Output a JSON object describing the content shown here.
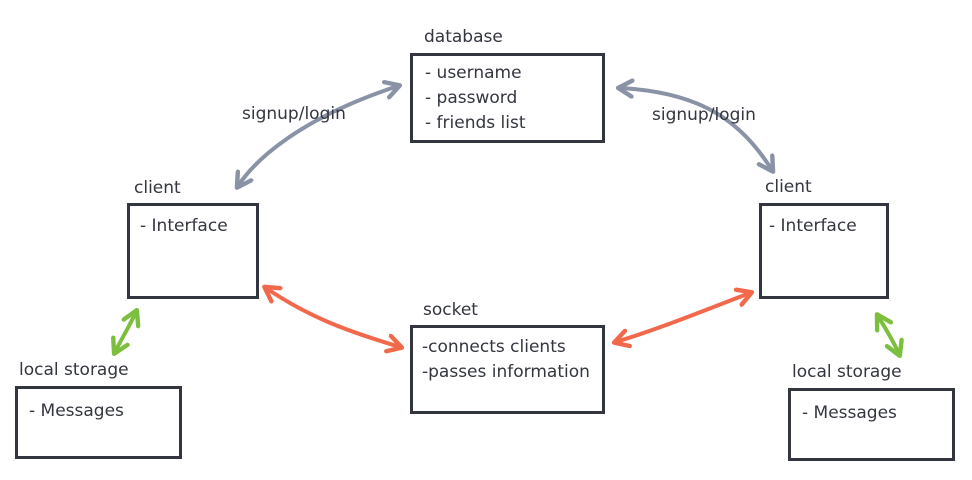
{
  "database": {
    "title": "database",
    "lines": [
      "- username",
      "- password",
      "- friends list"
    ]
  },
  "socket": {
    "title": "socket",
    "lines": [
      "-connects clients",
      "-passes information"
    ]
  },
  "client_left": {
    "title": "client",
    "lines": [
      "- Interface"
    ]
  },
  "client_right": {
    "title": "client",
    "lines": [
      "- Interface"
    ]
  },
  "storage_left": {
    "title": "local storage",
    "lines": [
      "- Messages"
    ]
  },
  "storage_right": {
    "title": "local storage",
    "lines": [
      "- Messages"
    ]
  },
  "edges": {
    "signup_left": "signup/login",
    "signup_right": "signup/login"
  },
  "colors": {
    "box_border": "#33363f",
    "gray_arrow": "#8a92a6",
    "orange_arrow": "#f2684a",
    "green_arrow": "#7cbf3e"
  }
}
